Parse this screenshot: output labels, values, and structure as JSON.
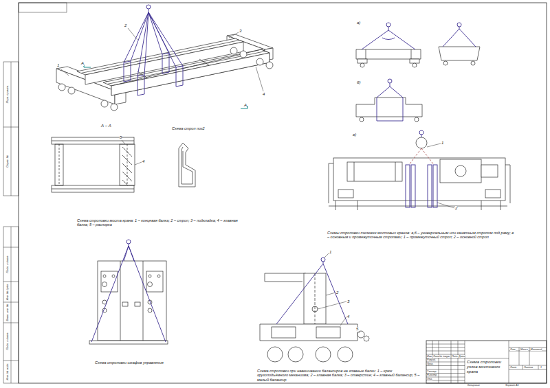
{
  "diagram": {
    "labels": [
      "1",
      "2",
      "3",
      "4",
      "А",
      "А",
      "А – А",
      "Схема строп поз2",
      "5",
      "4",
      "Схема строповки моста крана: 1 – концевая балка; 2 – строп; 3 – подкладка; 4 – главная балка; 5 – распорка",
      "а)",
      "б)",
      "в)",
      "1",
      "2",
      "Схемы строповки тележек мостовых кранов: а,б – универсальным или канатным стропом под раму; в – основным и промежуточным стропами; 1 – промежуточный строп; 2 – основной строп",
      "Схема строповки шкафов управления",
      "1",
      "2",
      "3",
      "4",
      "5",
      "Схема строповки при навешивании балансиров на главные балки: 1 – крюк грузоподъёмного механизма; 2 – главная балка; 3 – отверстие; 4 – главный балансир; 5 – малый балансир",
      "Схема строповки узлов мостового крана",
      "Изм.",
      "Лист",
      "№ докум.",
      "Подп.",
      "Дата",
      "Разраб.",
      "Пров.",
      "Т.контр.",
      "Н.контр.",
      "Утв.",
      "Лит.",
      "Масса",
      "Масштаб",
      "Лист",
      "Листов",
      "1",
      "Копировал",
      "Формат А1",
      "Перв. примен.",
      "Справ. №",
      "Подп. и дата",
      "Инв. № дубл.",
      "Взам. инв. №",
      "Подп. и дата",
      "Инв. № подл."
    ]
  }
}
